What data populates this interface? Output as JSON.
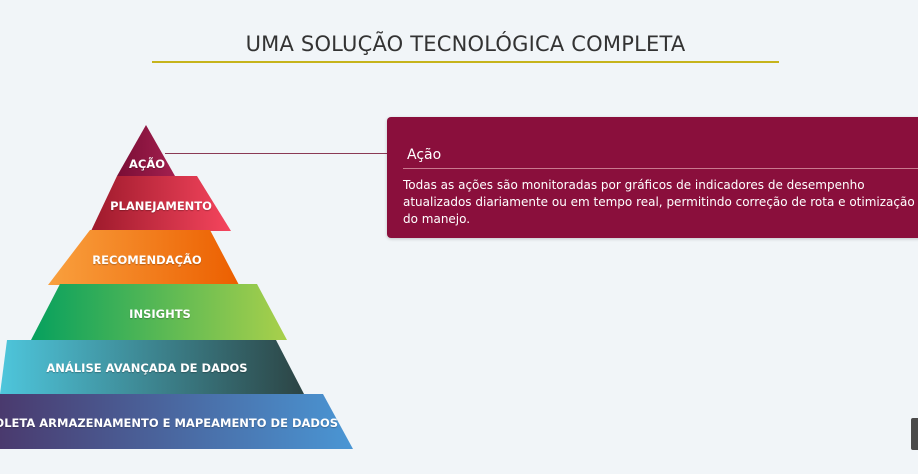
{
  "header": {
    "title": "UMA SOLUÇÃO TECNOLÓGICA COMPLETA"
  },
  "pyramid": {
    "levels": [
      {
        "label": "AÇÃO",
        "colors": [
          "#7a0d35",
          "#a3204f"
        ]
      },
      {
        "label": "PLANEJAMENTO",
        "colors": [
          "#9e1a2c",
          "#f5455d"
        ]
      },
      {
        "label": "RECOMENDAÇÃO",
        "colors": [
          "#f9a03e",
          "#ec5f00"
        ]
      },
      {
        "label": "INSIGHTS",
        "colors": [
          "#06a05e",
          "#a9d04b"
        ]
      },
      {
        "label": "ANÁLISE AVANÇADA DE DADOS",
        "colors": [
          "#4ec6dc",
          "#2c4444"
        ]
      },
      {
        "label": "COLETA ARMAZENAMENTO E MAPEAMENTO DE DADOS",
        "colors": [
          "#4a3a6e",
          "#4a96d4"
        ]
      }
    ]
  },
  "detail": {
    "title": "Ação",
    "text": "Todas as ações são monitoradas por gráficos de indicadores de desempenho atualizados diariamente ou em tempo real, permitindo correção de rota e otimização do manejo."
  }
}
